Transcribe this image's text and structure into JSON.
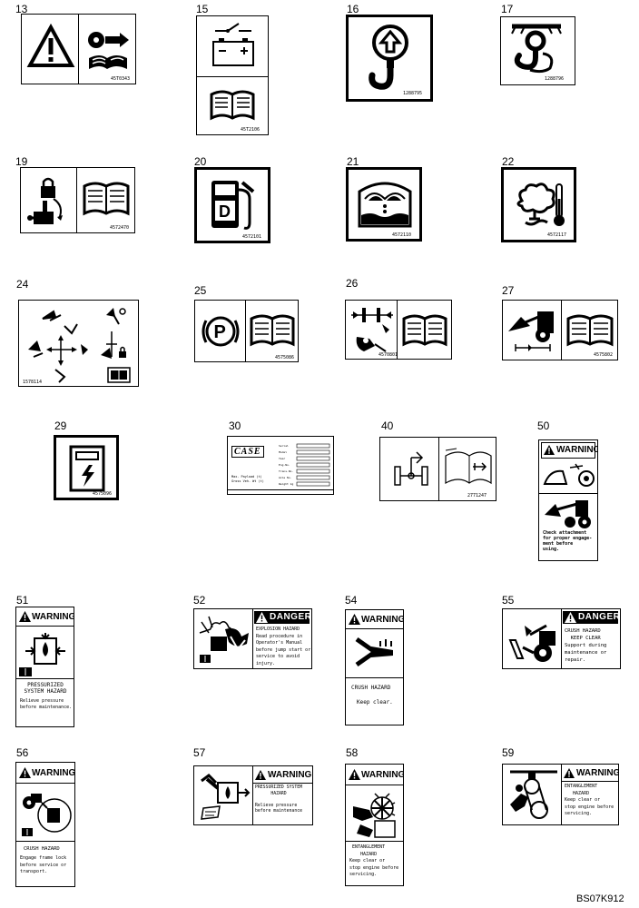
{
  "labels": {
    "n13": "13",
    "n15": "15",
    "n16": "16",
    "n17": "17",
    "n19": "19",
    "n20": "20",
    "n21": "21",
    "n22": "22",
    "n24": "24",
    "n25": "25",
    "n26": "26",
    "n27": "27",
    "n29": "29",
    "n30": "30",
    "n40": "40",
    "n50": "50",
    "n51": "51",
    "n52": "52",
    "n54": "54",
    "n55": "55",
    "n56": "56",
    "n57": "57",
    "n58": "58",
    "n59": "59"
  },
  "codes": {
    "c13": "45T0343",
    "c15": "45T2106",
    "c16": "1288795",
    "c17": "1288796",
    "c19": "4572470",
    "c20": "4572101",
    "c21": "4572110",
    "c22": "4572117",
    "c24": "1578114",
    "c25": "4575086",
    "c26": "4570801",
    "c27": "4575802",
    "c29": "4575096",
    "c40": "2771247"
  },
  "decal30": {
    "brand": "CASE",
    "rows": [
      "Serial",
      "Model",
      "Year",
      "Eng.No.",
      "Trans.No.",
      "Axle No.",
      "Weight kg"
    ],
    "left1": "Max. Payload (t)",
    "left2": "Gross Veh. Wt (t)"
  },
  "decal50": {
    "header": "WARNING",
    "body": "Check attachment\nfor proper engage-\nment before\nusing."
  },
  "decal51": {
    "header": "WARNING",
    "title": "PRESSURIZED\nSYSTEM HAZARD",
    "body": "Relieve pressure\nbefore maintenance."
  },
  "decal52": {
    "header": "DANGER",
    "body": "EXPLOSION HAZARD\nRead procedure in\nOperator's Manual\nbefore jump start or\nservice to avoid\ninjury."
  },
  "decal54": {
    "header": "WARNING",
    "title": "CRUSH HAZARD",
    "body": "Keep clear."
  },
  "decal55": {
    "header": "DANGER",
    "body": "CRUSH HAZARD\n  KEEP CLEAR\nSupport during\nmaintenance or\nrepair."
  },
  "decal56": {
    "header": "WARNING",
    "title": "CRUSH HAZARD",
    "body": "Engage frame lock\nbefore service or\ntransport."
  },
  "decal57": {
    "header": "WARNING",
    "body": "PRESSURIZED SYSTEM\n      HAZARD\n\nRelieve pressure\nbefore maintenance"
  },
  "decal58": {
    "header": "WARNING",
    "body": " ENTANGLEMENT\n    HAZARD\nKeep clear or\nstop engine before\nservicing."
  },
  "decal59": {
    "header": "WARNING",
    "body": "ENTANGLEMENT\n   HAZARD\nKeep clear or\nstop engine before\nservicing."
  },
  "footer": "BS07K912",
  "icons": {
    "d13": [
      "warning-triangle-icon",
      "manual-read-icon"
    ],
    "d15": [
      "battery-switch-icon",
      "manual-book-icon"
    ],
    "d16": [
      "lift-hook-arrow-icon"
    ],
    "d17": [
      "tie-down-hook-icon"
    ],
    "d19": [
      "lock-lever-icon",
      "manual-book-icon"
    ],
    "d20": [
      "diesel-fuel-pump-icon"
    ],
    "d21": [
      "washer-fluid-icon"
    ],
    "d22": [
      "coolant-temperature-icon"
    ],
    "d24": [
      "loader-controls-icon"
    ],
    "d25": [
      "parking-brake-icon",
      "manual-book-icon"
    ],
    "d26": [
      "belt-guard-icon",
      "manual-book-icon"
    ],
    "d27": [
      "loader-arm-icon",
      "manual-book-icon"
    ],
    "d29": [
      "electrical-box-icon"
    ],
    "d40": [
      "axle-diagram-icon",
      "manual-book-icon"
    ]
  }
}
